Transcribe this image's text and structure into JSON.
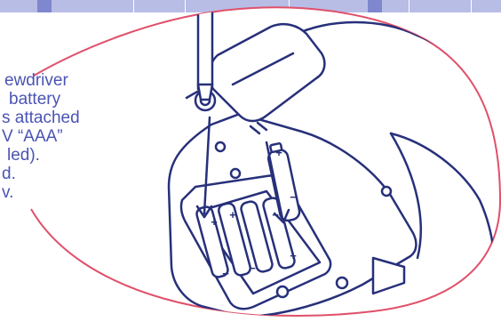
{
  "instructions": {
    "lines": [
      "ewdriver",
      "battery",
      "s attached",
      "V “AAA”",
      "led).",
      "d.",
      "v."
    ]
  },
  "battery_marks": {
    "plus": "+",
    "minus": "−"
  },
  "colors": {
    "outline": "#27307a",
    "callout_border": "#e0506a",
    "text": "#4a54b4",
    "band_light": "#b8bde6",
    "band_dark": "#7f87cf"
  },
  "icons": [
    "screwdriver-icon",
    "battery-icon",
    "battery-cover-icon"
  ]
}
